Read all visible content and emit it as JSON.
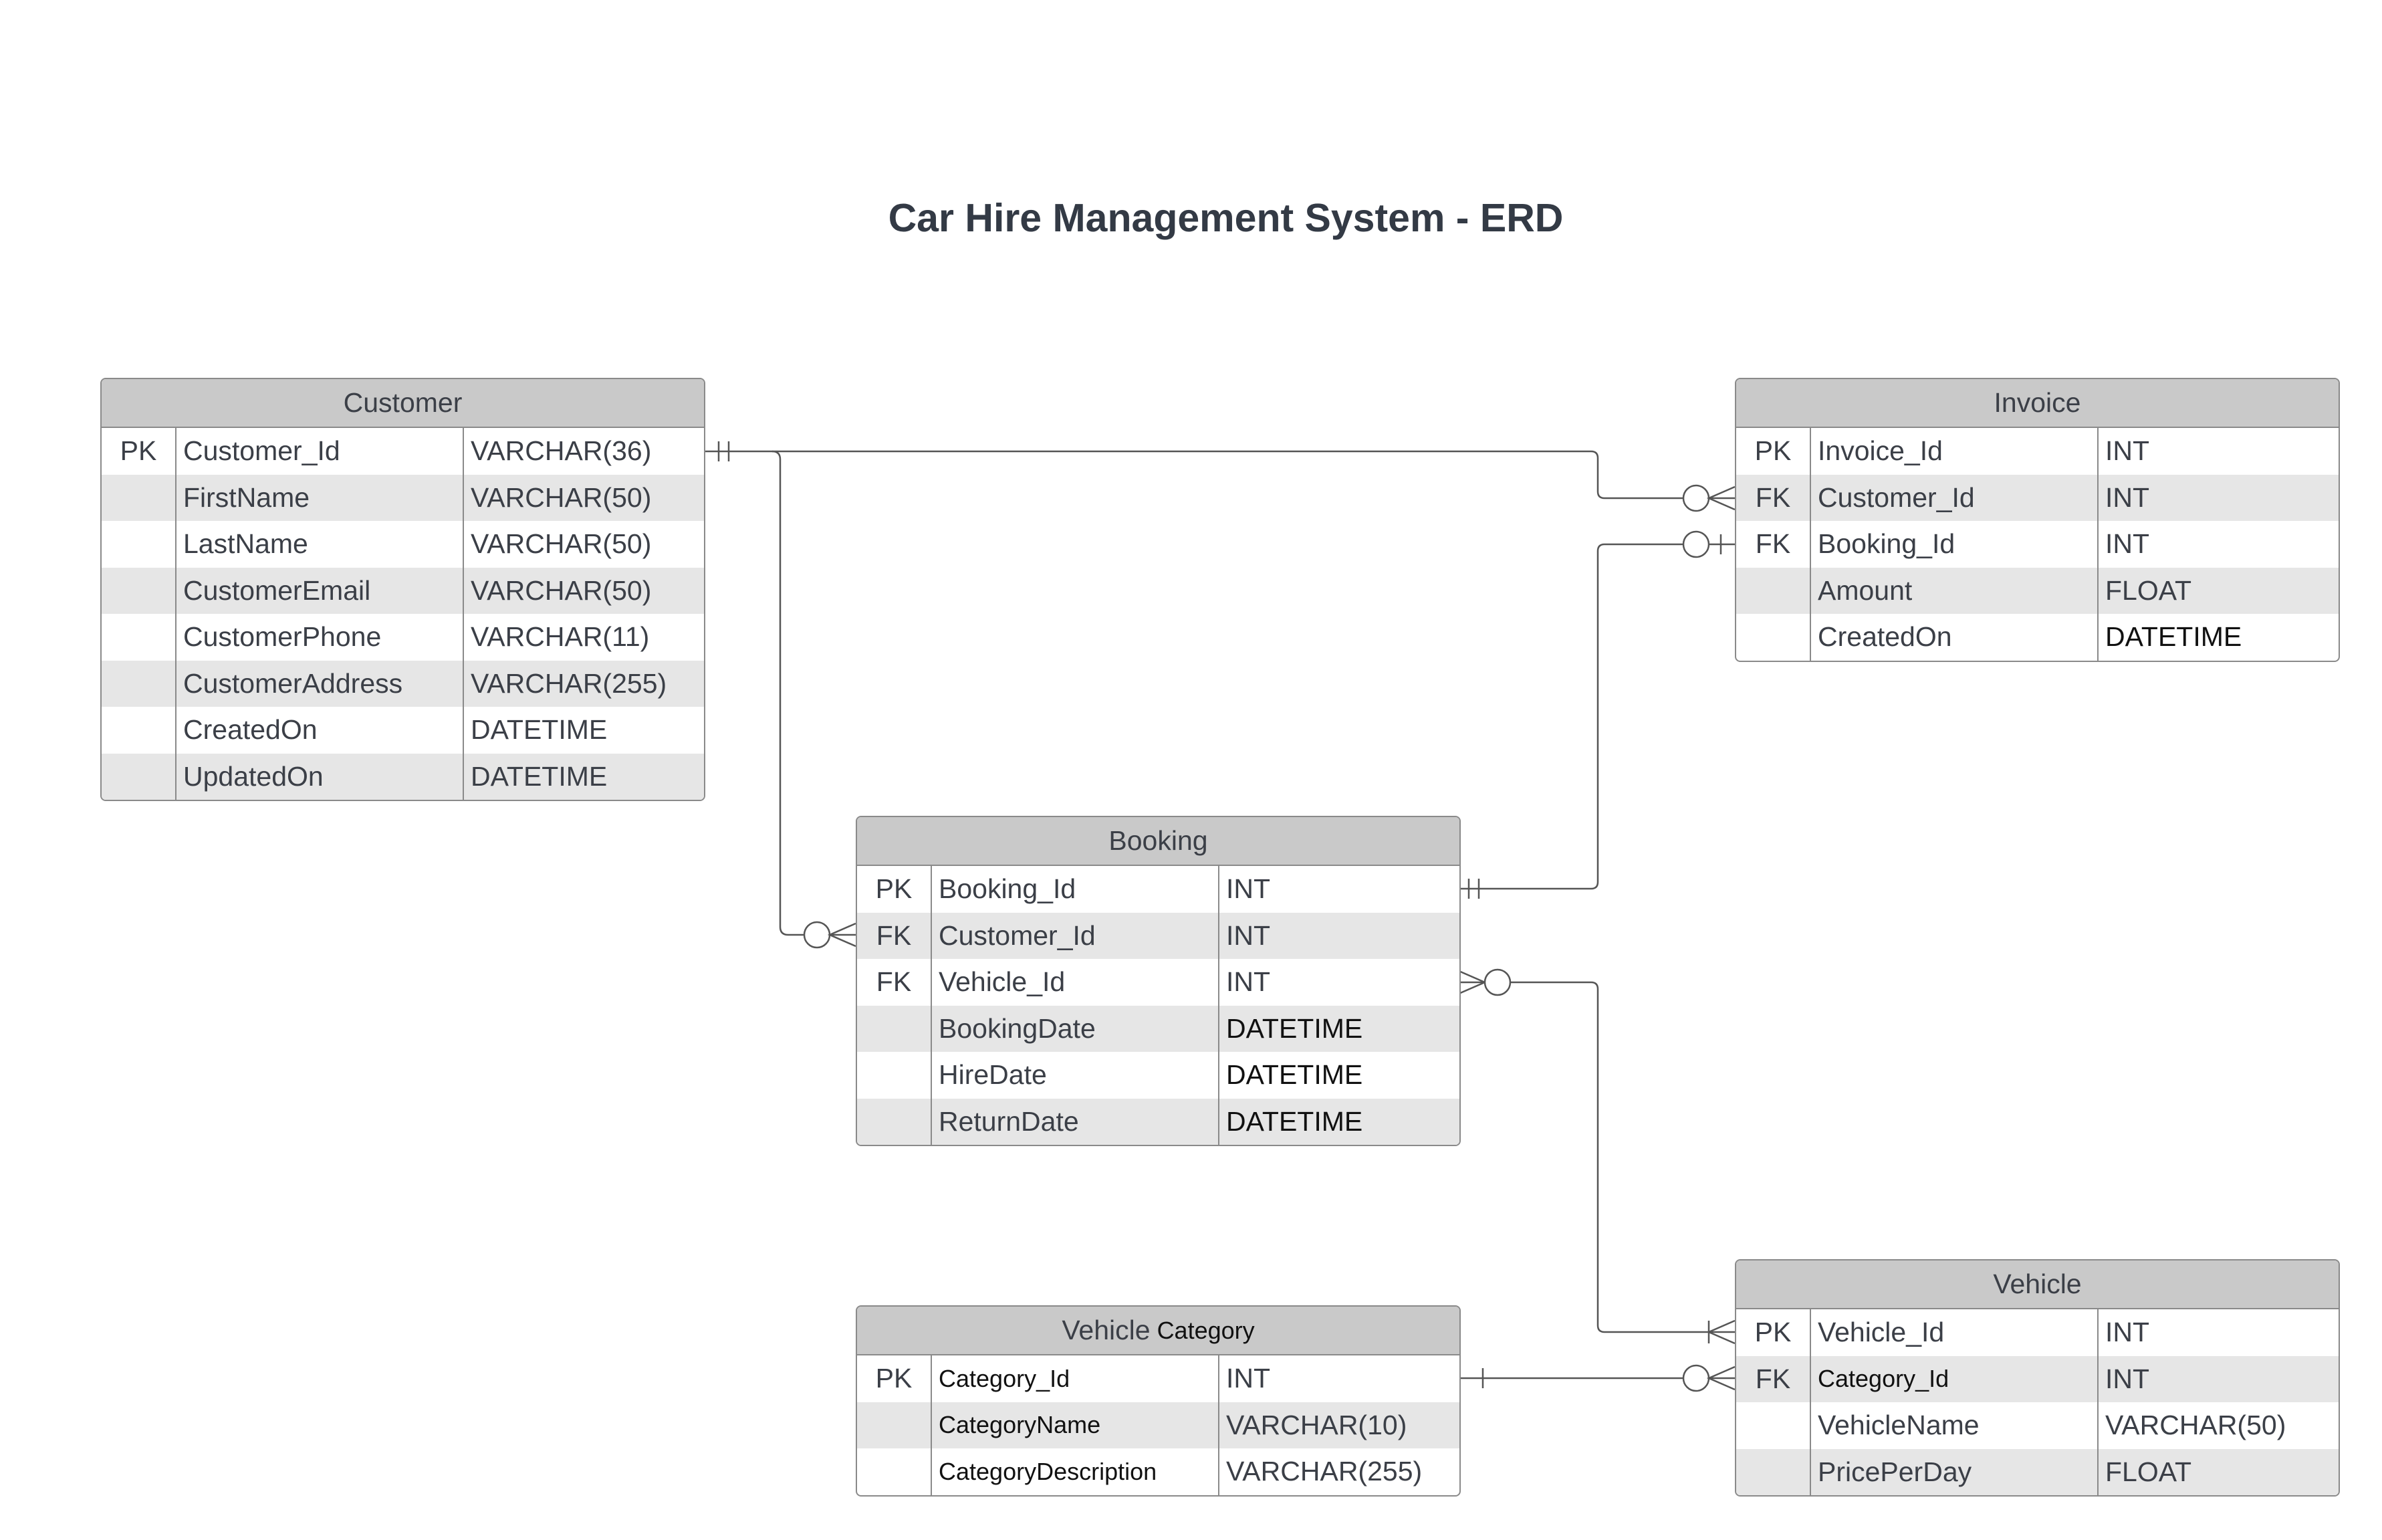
{
  "title": "Car Hire Management System - ERD",
  "entities": {
    "customer": {
      "name": "Customer",
      "rows": [
        {
          "key": "PK",
          "name": "Customer_Id",
          "type": "VARCHAR(36)"
        },
        {
          "key": "",
          "name": "FirstName",
          "type": "VARCHAR(50)"
        },
        {
          "key": "",
          "name": "LastName",
          "type": "VARCHAR(50)"
        },
        {
          "key": "",
          "name": "CustomerEmail",
          "type": "VARCHAR(50)"
        },
        {
          "key": "",
          "name": "CustomerPhone",
          "type": "VARCHAR(11)"
        },
        {
          "key": "",
          "name": "CustomerAddress",
          "type": "VARCHAR(255)"
        },
        {
          "key": "",
          "name": "CreatedOn",
          "type": "DATETIME"
        },
        {
          "key": "",
          "name": "UpdatedOn",
          "type": "DATETIME"
        }
      ]
    },
    "invoice": {
      "name": "Invoice",
      "rows": [
        {
          "key": "PK",
          "name": "Invoice_Id",
          "type": "INT"
        },
        {
          "key": "FK",
          "name": "Customer_Id",
          "type": "INT"
        },
        {
          "key": "FK",
          "name": "Booking_Id",
          "type": "INT"
        },
        {
          "key": "",
          "name": "Amount",
          "type": "FLOAT"
        },
        {
          "key": "",
          "name": "CreatedOn",
          "type": "DATETIME"
        }
      ]
    },
    "booking": {
      "name": "Booking",
      "rows": [
        {
          "key": "PK",
          "name": "Booking_Id",
          "type": "INT"
        },
        {
          "key": "FK",
          "name": "Customer_Id",
          "type": "INT"
        },
        {
          "key": "FK",
          "name": "Vehicle_Id",
          "type": "INT"
        },
        {
          "key": "",
          "name": "BookingDate",
          "type": "DATETIME"
        },
        {
          "key": "",
          "name": "HireDate",
          "type": "DATETIME"
        },
        {
          "key": "",
          "name": "ReturnDate",
          "type": "DATETIME"
        }
      ]
    },
    "vehicle_category": {
      "name": "Vehicle",
      "name_suffix": "Category",
      "rows": [
        {
          "key": "PK",
          "name": "Category_Id",
          "type": "INT"
        },
        {
          "key": "",
          "name": "CategoryName",
          "type": "VARCHAR(10)"
        },
        {
          "key": "",
          "name": "CategoryDescription",
          "type": "VARCHAR(255)"
        }
      ]
    },
    "vehicle": {
      "name": "Vehicle",
      "rows": [
        {
          "key": "PK",
          "name": "Vehicle_Id",
          "type": "INT"
        },
        {
          "key": "FK",
          "name": "Category_Id",
          "type": "INT"
        },
        {
          "key": "",
          "name": "VehicleName",
          "type": "VARCHAR(50)"
        },
        {
          "key": "",
          "name": "PricePerDay",
          "type": "FLOAT"
        }
      ]
    }
  },
  "relationships": [
    {
      "from": "Customer.Customer_Id",
      "from_card": "one-and-only-one",
      "to": "Invoice.Customer_Id",
      "to_card": "zero-or-many"
    },
    {
      "from": "Customer.Customer_Id",
      "from_card": "one-and-only-one",
      "to": "Booking.Customer_Id",
      "to_card": "zero-or-many"
    },
    {
      "from": "Booking.Booking_Id",
      "from_card": "one-and-only-one",
      "to": "Invoice.Booking_Id",
      "to_card": "zero-or-one"
    },
    {
      "from": "Booking.Vehicle_Id",
      "from_card": "zero-or-many",
      "to": "Vehicle.Vehicle_Id",
      "to_card": "one-or-many"
    },
    {
      "from": "Vehicle Category.Category_Id",
      "from_card": "one",
      "to": "Vehicle.Category_Id",
      "to_card": "zero-or-many"
    }
  ],
  "colors": {
    "header": "#c9c9c9",
    "row_alt": "#e6e6e6",
    "border": "#8a8a8a",
    "line": "#555555"
  }
}
